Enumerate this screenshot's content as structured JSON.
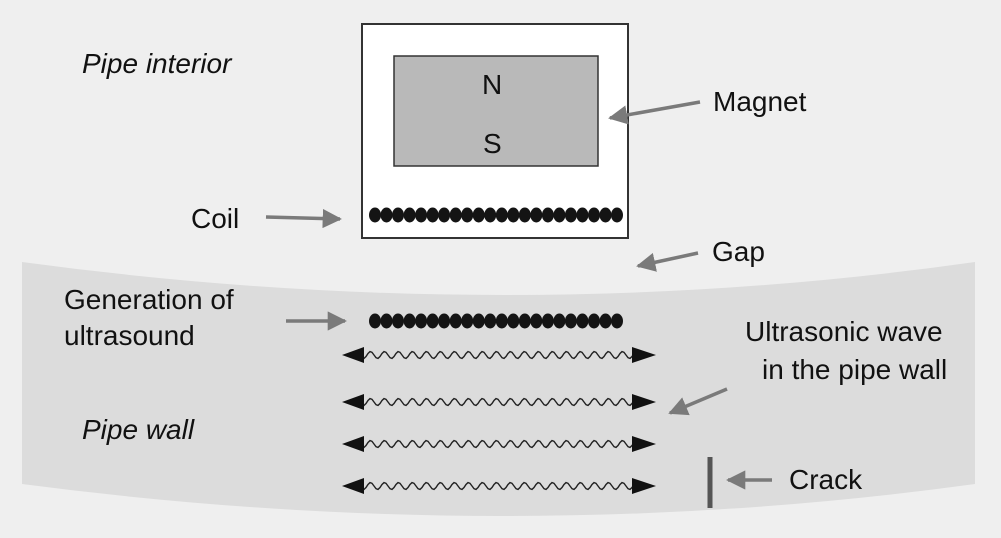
{
  "labels": {
    "pipe_interior": "Pipe interior",
    "magnet": "Magnet",
    "north_pole": "N",
    "south_pole": "S",
    "coil": "Coil",
    "gap": "Gap",
    "generation_line1": "Generation of",
    "generation_line2": "ultrasound",
    "wave_line1": "Ultrasonic wave",
    "wave_line2": "in the pipe wall",
    "pipe_wall": "Pipe wall",
    "crack": "Crack"
  },
  "colors": {
    "background": "#efefef",
    "pipe_wall_band": "#dcdcdc",
    "transducer_housing": "#ffffff",
    "magnet_fill": "#b9b9b9",
    "coil_dots": "#141414",
    "arrow": "#7a7a7a",
    "wave": "#222222",
    "crack": "#555555"
  },
  "counts": {
    "coil_turns": 22,
    "ultrasound_dots": 22,
    "wave_arrows": 4
  }
}
